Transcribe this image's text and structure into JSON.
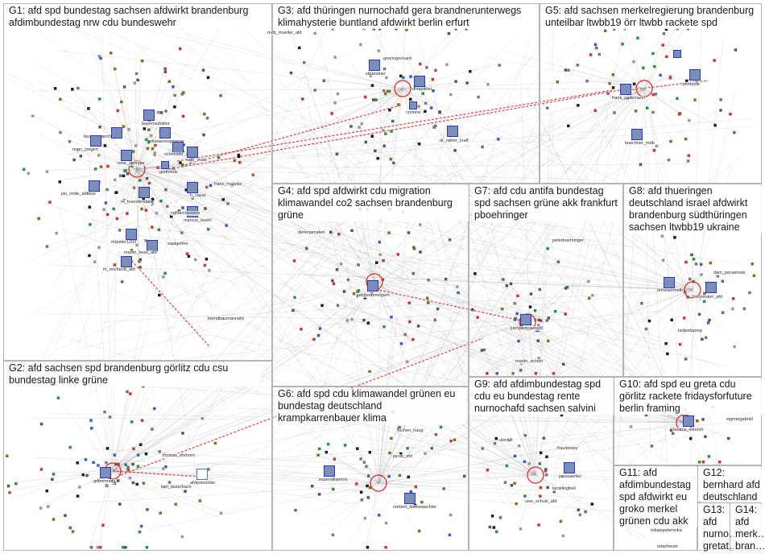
{
  "groups": [
    {
      "id": "G1",
      "label": "G1: afd spd bundestag sachsen afdwirkt brandenburg afdimbundestag nrw cdu bundeswehr"
    },
    {
      "id": "G3",
      "label": "G3: afd thüringen nurnochafd gera brandnerunterwegs klimahysterie buntland afdwirkt berlin erfurt"
    },
    {
      "id": "G5",
      "label": "G5: afd sachsen merkelregierung brandenburg unteilbar ltwbb19 örr ltwbb rackete spd"
    },
    {
      "id": "G4",
      "label": "G4: afd spd afdwirkt cdu migration klimawandel co2 sachsen brandenburg grüne"
    },
    {
      "id": "G7",
      "label": "G7: afd cdu antifa bundestag spd sachsen grüne akk frankfurt pboehringer"
    },
    {
      "id": "G8",
      "label": "G8: afd thueringen deutschland israel afdwirkt brandenburg südthüringen sachsen ltwbb19 ukraine"
    },
    {
      "id": "G2",
      "label": "G2: afd sachsen spd brandenburg görlitz cdu csu bundestag linke grüne"
    },
    {
      "id": "G6",
      "label": "G6: afd spd cdu klimawandel grünen eu bundestag deutschland krampkarrenbauer klima"
    },
    {
      "id": "G9",
      "label": "G9: afd afdimbundestag spd cdu eu bundestag rente nurnochafd sachsen salvini"
    },
    {
      "id": "G10",
      "label": "G10: afd spd eu greta cdu görlitz rackete fridaysforfuture berlin framing"
    },
    {
      "id": "G11",
      "label": "G11: afd afdimbundestag spd afdwirkt eu groko merkel grünen cdu akk"
    },
    {
      "id": "G12",
      "label": "G12: bernhard afd deutschland"
    },
    {
      "id": "G13",
      "label": "G13: afd nurno… gretat…"
    },
    {
      "id": "G14",
      "label": "G14: afd merk… bran…"
    }
  ],
  "accounts": [
    {
      "name": "bayernsdoktor"
    },
    {
      "name": "ellsewonogronow"
    },
    {
      "name": "beatrixvstorch"
    },
    {
      "name": "marc_jongen"
    },
    {
      "name": "jan_nolte_afdbsw"
    },
    {
      "name": "schneider_afd"
    },
    {
      "name": "udo_vivas"
    },
    {
      "name": "rene_springer"
    },
    {
      "name": "gottfrieds"
    },
    {
      "name": "m_huendendahl"
    },
    {
      "name": "h_vayal"
    },
    {
      "name": "frank_magnitz"
    },
    {
      "name": "marcus_buehl"
    },
    {
      "name": "nglbarciorziera"
    },
    {
      "name": "mrpeter1203"
    },
    {
      "name": "martin_hess_afd"
    },
    {
      "name": "m_reichardt_afd"
    },
    {
      "name": "saalgehhe"
    },
    {
      "name": "berndbaumannafd"
    },
    {
      "name": "mdb_mueller_afd"
    },
    {
      "name": "sbrandner"
    },
    {
      "name": "dhlaparlei"
    },
    {
      "name": "corinna"
    },
    {
      "name": "dr_rainer_kraft"
    },
    {
      "name": "goeringeckard"
    },
    {
      "name": "frank_pasemann"
    },
    {
      "name": "pexbode"
    },
    {
      "name": "buechner_mdb"
    },
    {
      "name": "peterboehringer"
    },
    {
      "name": "udohemmelgarn"
    },
    {
      "name": "juergenbraunafd"
    },
    {
      "name": "martin_sichert"
    },
    {
      "name": "dieterjamaten"
    },
    {
      "name": "drfriesenmdb"
    },
    {
      "name": "frohnmaier_afd"
    },
    {
      "name": "dam_pecasinski"
    },
    {
      "name": "tadjeelpping"
    },
    {
      "name": "gotmmnnig"
    },
    {
      "name": "thomas_ehrhorn"
    },
    {
      "name": "karl_lauterbach"
    },
    {
      "name": "afdpoeschke"
    },
    {
      "name": "jochen_haug"
    },
    {
      "name": "jacob_afd"
    },
    {
      "name": "espendiliemmi"
    },
    {
      "name": "norbert_kleinwaechter"
    },
    {
      "name": "uwe_schulz_afd"
    },
    {
      "name": "ulschill"
    },
    {
      "name": "frauleesey"
    },
    {
      "name": "janssaerlen"
    },
    {
      "name": "larsklingbeil"
    },
    {
      "name": "beatrix_vstorch"
    },
    {
      "name": "sigmargabriel"
    },
    {
      "name": "tobiaspetersnka"
    },
    {
      "name": "edasheuer"
    }
  ]
}
